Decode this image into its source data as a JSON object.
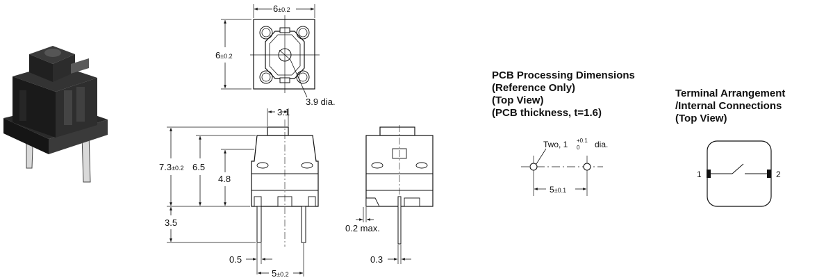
{
  "top_view": {
    "width_dim": {
      "value": "6",
      "tol": "±0.2"
    },
    "height_dim": {
      "value": "6",
      "tol": "±0.2"
    },
    "dia_label": "3.9 dia."
  },
  "front_view": {
    "top_width": "3.1",
    "overall_height": {
      "value": "7.3",
      "tol": "±0.2"
    },
    "body_height": "6.5",
    "mid_height": "4.8",
    "pin_length": "3.5",
    "pin_width": "0.5",
    "pin_pitch": {
      "value": "5",
      "tol": "±0.2"
    }
  },
  "side_view": {
    "offset": "0.2 max.",
    "pin_thickness": "0.3"
  },
  "pcb": {
    "title_lines": [
      "PCB Processing Dimensions",
      "(Reference Only)",
      "(Top View)",
      "(PCB thickness, t=1.6)"
    ],
    "hole_prefix": "Two, 1",
    "hole_sup": "+0.1",
    "hole_sub": "0",
    "hole_suffix": "dia.",
    "pitch": {
      "value": "5",
      "tol": "±0.1"
    }
  },
  "terminal": {
    "title_lines": [
      "Terminal Arrangement",
      "/Internal Connections",
      "(Top View)"
    ],
    "pin1": "1",
    "pin2": "2"
  },
  "colors": {
    "ink": "#111111",
    "body_fill": "#ffffff",
    "photo_dark": "#1c1c1c"
  }
}
